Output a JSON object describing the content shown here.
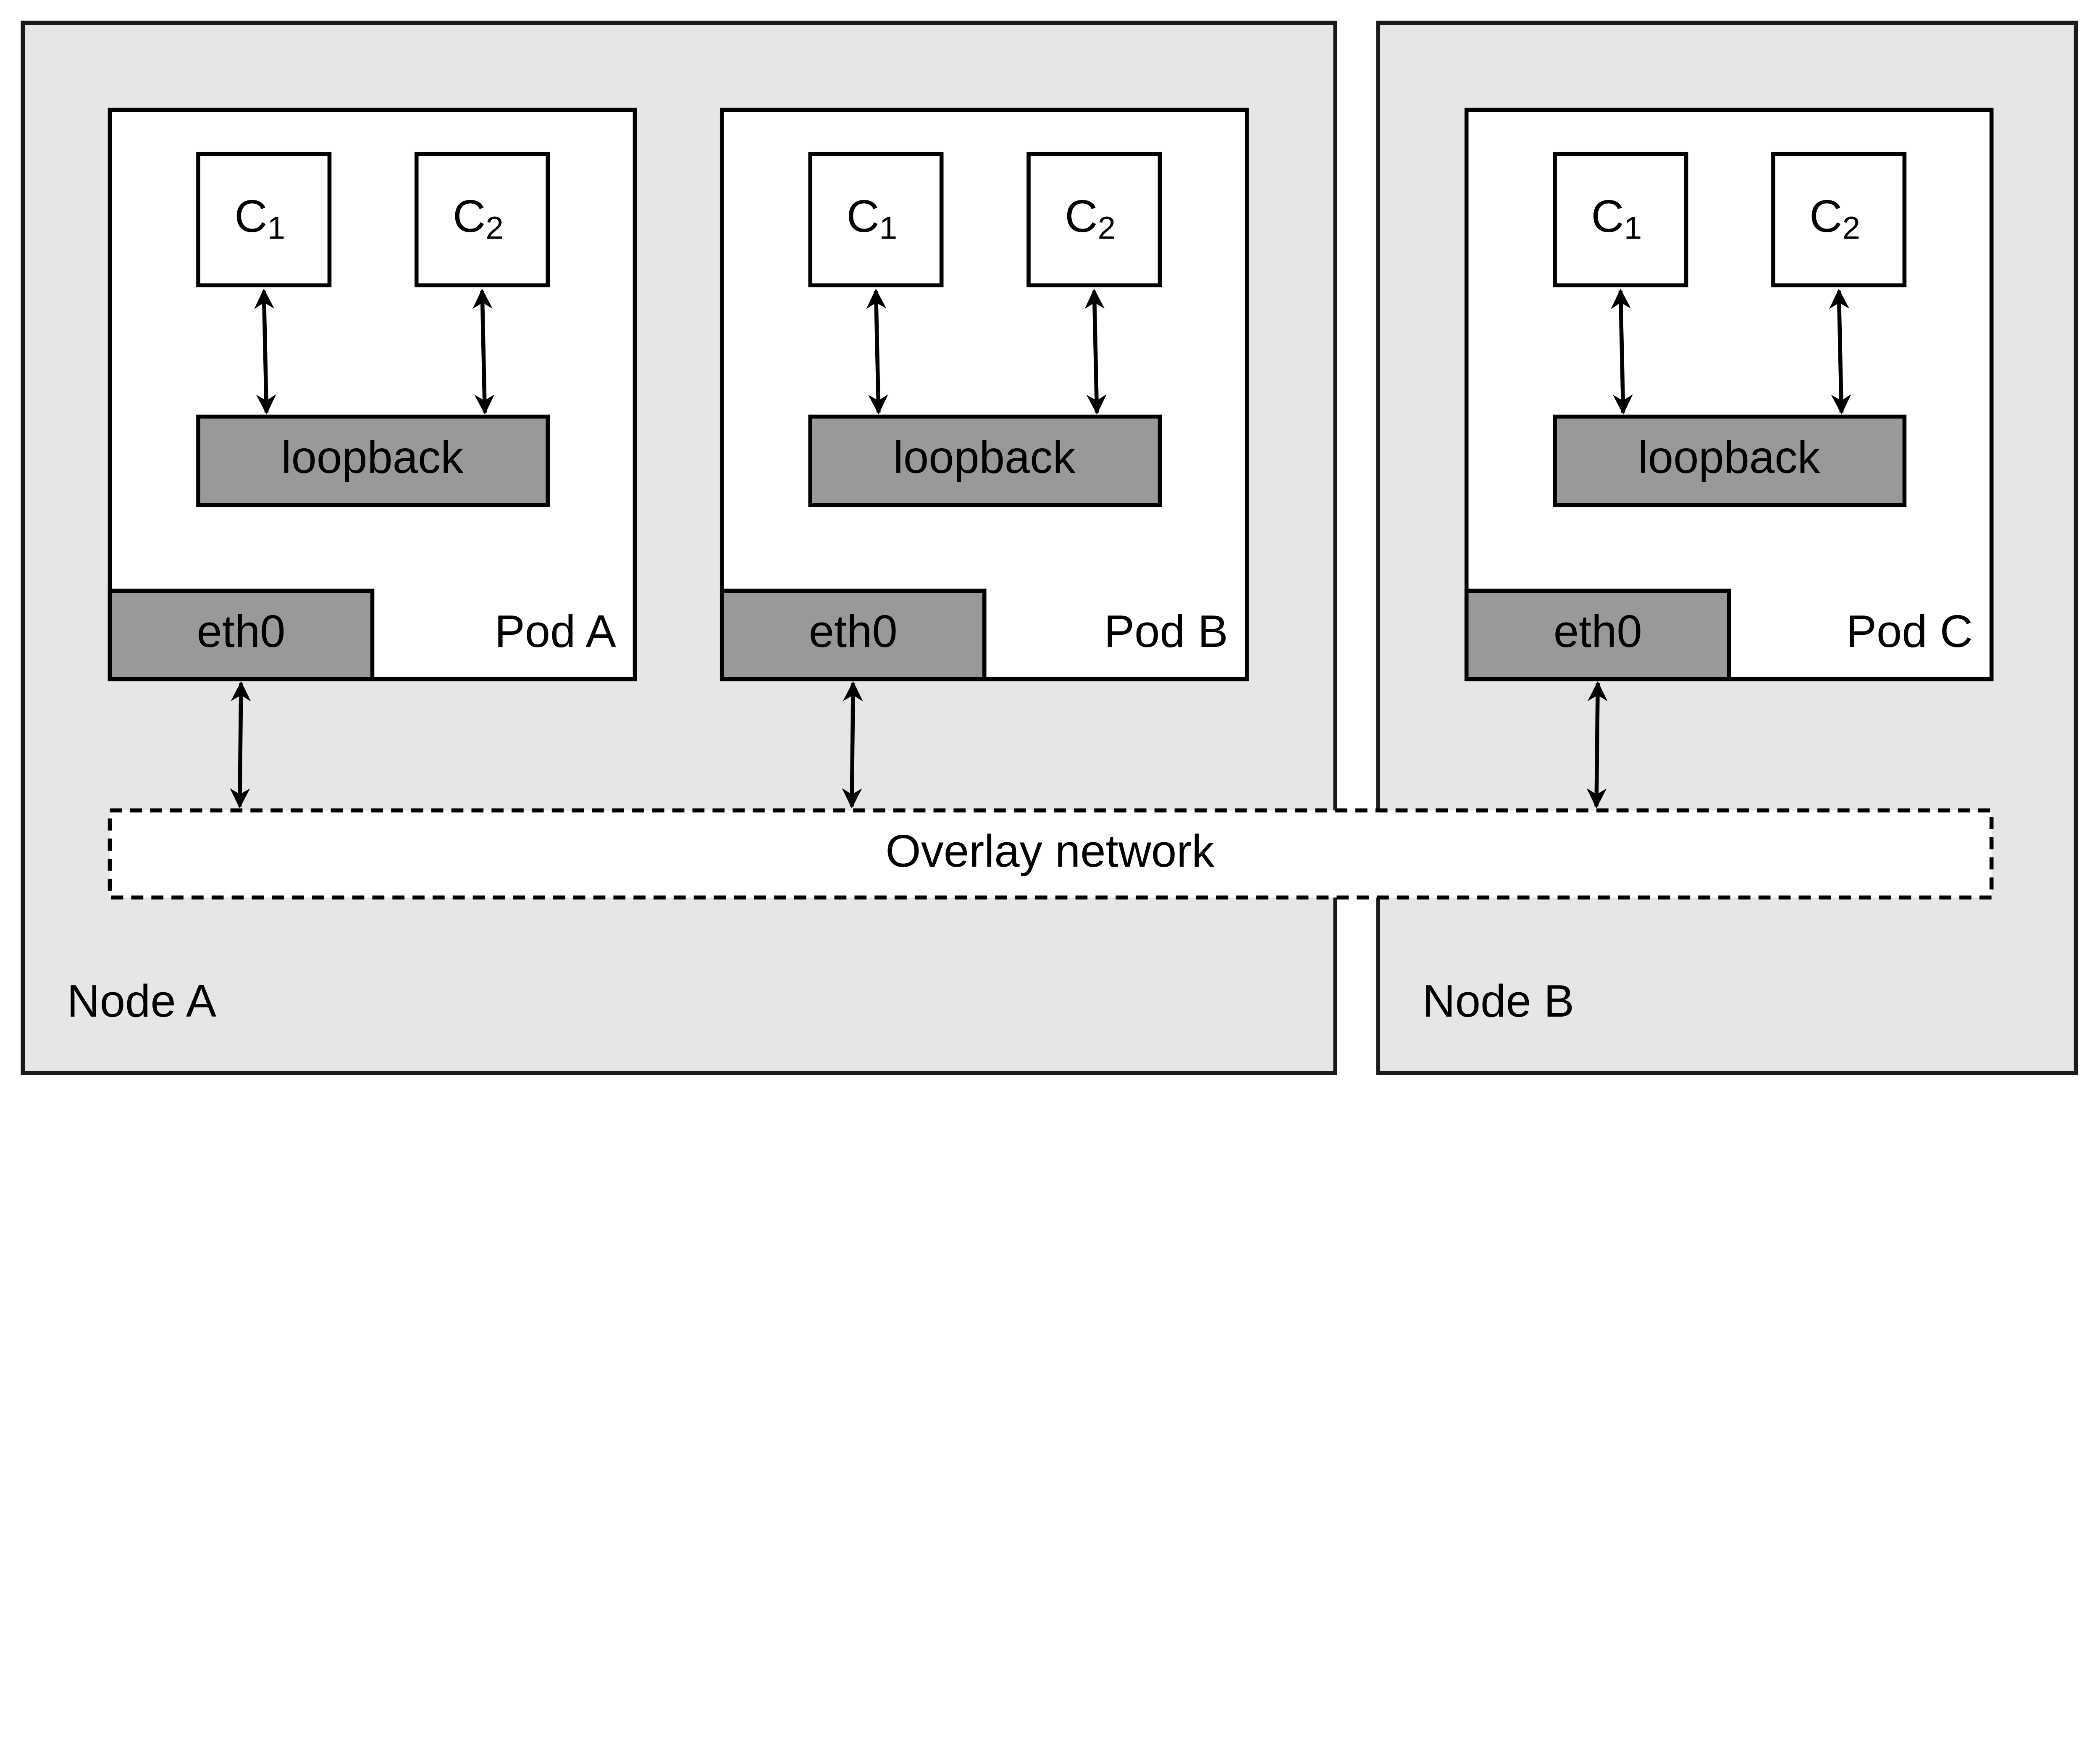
{
  "nodes": [
    {
      "label": "Node A",
      "pods": [
        {
          "label": "Pod A",
          "containers": [
            {
              "name": "C",
              "sub": "1"
            },
            {
              "name": "C",
              "sub": "2"
            }
          ],
          "loopback": "loopback",
          "iface": "eth0"
        },
        {
          "label": "Pod B",
          "containers": [
            {
              "name": "C",
              "sub": "1"
            },
            {
              "name": "C",
              "sub": "2"
            }
          ],
          "loopback": "loopback",
          "iface": "eth0"
        }
      ]
    },
    {
      "label": "Node B",
      "pods": [
        {
          "label": "Pod C",
          "containers": [
            {
              "name": "C",
              "sub": "1"
            },
            {
              "name": "C",
              "sub": "2"
            }
          ],
          "loopback": "loopback",
          "iface": "eth0"
        }
      ]
    }
  ],
  "overlay": {
    "label": "Overlay network"
  },
  "colors": {
    "node_fill": "#e6e6e6",
    "interface_fill": "#999999",
    "box_fill": "#ffffff"
  }
}
